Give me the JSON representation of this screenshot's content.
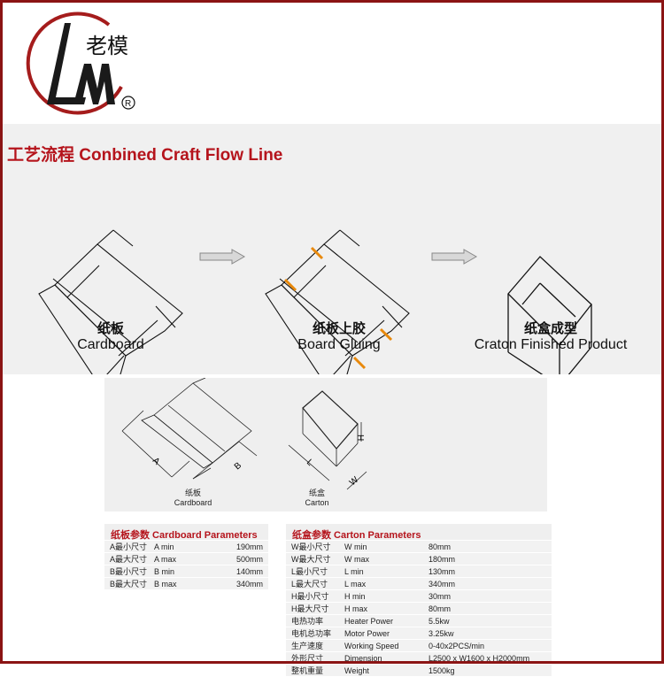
{
  "brand": {
    "name_cn": "老模",
    "registered": "®",
    "monogram": "LM"
  },
  "flow": {
    "title": "工艺流程  Conbined Craft Flow Line",
    "steps": [
      {
        "cn": "纸板",
        "en": "Cardboard"
      },
      {
        "cn": "纸板上胶",
        "en": "Board Gluing"
      },
      {
        "cn": "纸盒成型",
        "en": "Craton Finished Product"
      }
    ]
  },
  "diagram": {
    "cardboard": {
      "cn": "纸板",
      "en": "Cardboard",
      "dims": [
        "A",
        "B"
      ]
    },
    "carton": {
      "cn": "纸盒",
      "en": "Carton",
      "dims": [
        "L",
        "W",
        "H"
      ]
    }
  },
  "cardboard_params": {
    "title": "纸板参数 Cardboard Parameters",
    "rows": [
      {
        "cn": "A最小尺寸",
        "en": "A min",
        "value": "190mm"
      },
      {
        "cn": "A最大尺寸",
        "en": "A max",
        "value": "500mm"
      },
      {
        "cn": "B最小尺寸",
        "en": "B min",
        "value": "140mm"
      },
      {
        "cn": "B最大尺寸",
        "en": "B max",
        "value": "340mm"
      }
    ]
  },
  "carton_params": {
    "title": "纸盒参数 Carton Parameters",
    "rows": [
      {
        "cn": "W最小尺寸",
        "en": "W min",
        "value": "80mm"
      },
      {
        "cn": "W最大尺寸",
        "en": "W max",
        "value": "180mm"
      },
      {
        "cn": "L最小尺寸",
        "en": "L min",
        "value": "130mm"
      },
      {
        "cn": "L最大尺寸",
        "en": "L max",
        "value": "340mm"
      },
      {
        "cn": "H最小尺寸",
        "en": "H min",
        "value": "30mm"
      },
      {
        "cn": "H最大尺寸",
        "en": "H max",
        "value": "80mm"
      },
      {
        "cn": "电热功率",
        "en": "Heater Power",
        "value": "5.5kw"
      },
      {
        "cn": "电机总功率",
        "en": "Motor Power",
        "value": "3.25kw"
      },
      {
        "cn": "生产速度",
        "en": "Working  Speed",
        "value": "0-40x2PCS/min"
      },
      {
        "cn": "外形尺寸",
        "en": "Dimension",
        "value": "L2500 x W1600 x H2000mm"
      },
      {
        "cn": "整机重量",
        "en": "Weight",
        "value": "1500kg"
      }
    ]
  },
  "colors": {
    "brand_red": "#b5141c",
    "frame": "#8b1414",
    "glue": "#e8890c"
  }
}
